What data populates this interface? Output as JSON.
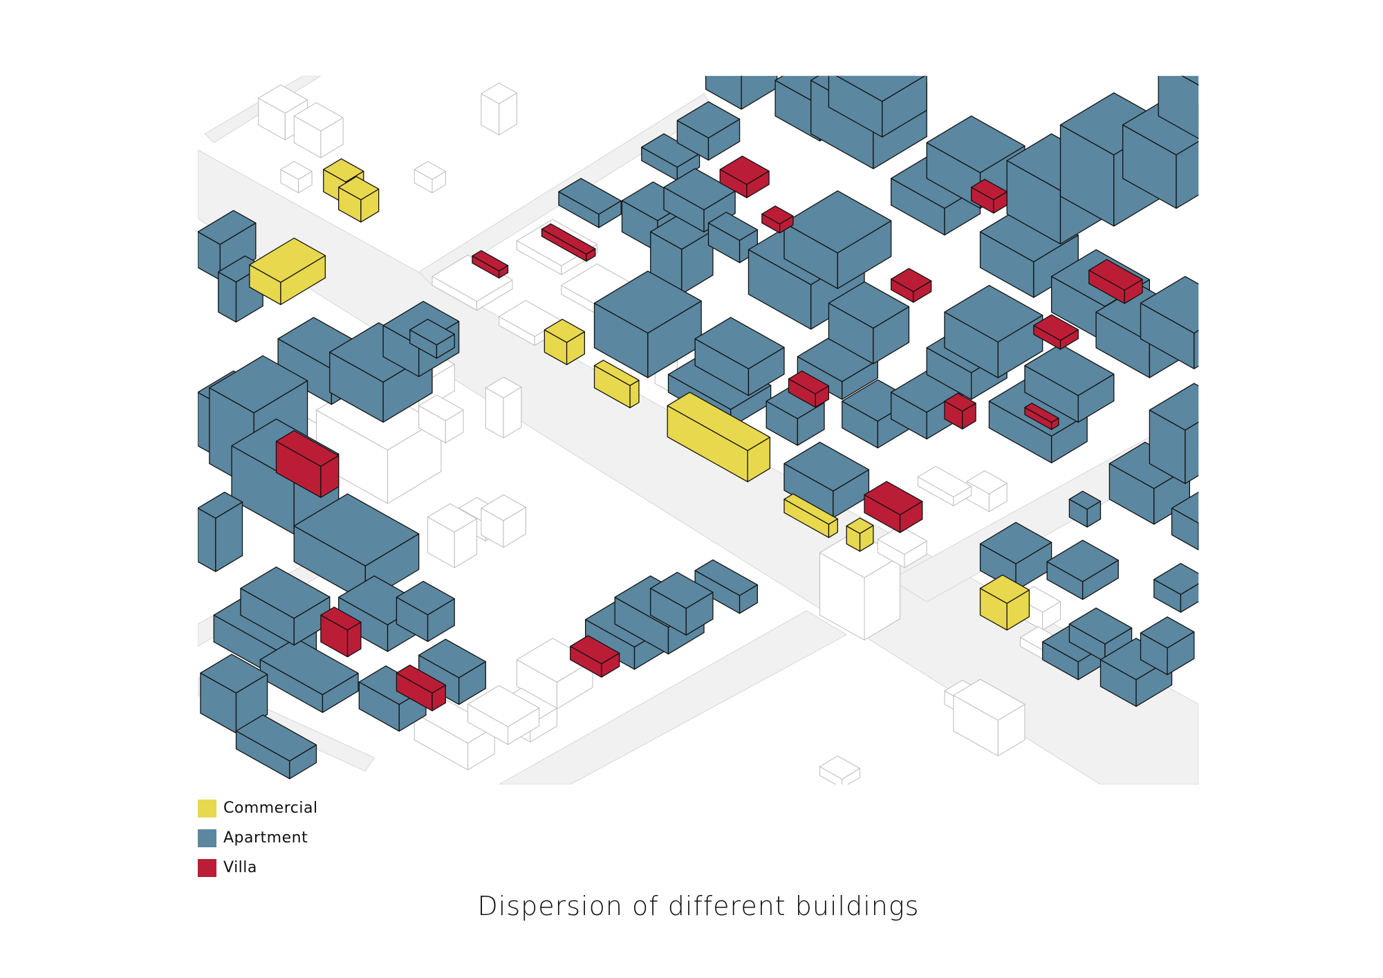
{
  "title": "Dispersion of different buildings",
  "legend": [
    {
      "label": "Commercial",
      "color": "#E8D84E"
    },
    {
      "label": "Apartment",
      "color": "#5B87A0"
    },
    {
      "label": "Villa",
      "color": "#BB1D37"
    }
  ]
}
